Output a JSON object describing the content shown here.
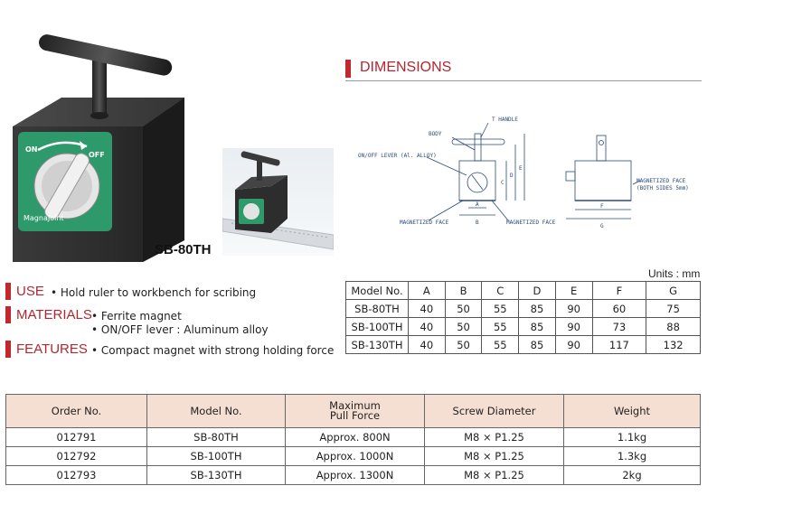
{
  "product": {
    "photo_logo": "MagnaJoint",
    "photo_on": "ON",
    "photo_off": "OFF",
    "model_caption": "SB-80TH"
  },
  "dimensions": {
    "title": "DIMENSIONS",
    "labels": {
      "t_handle": "T HANDLE",
      "body": "BODY",
      "lever": "ON/OFF LEVER (Al. ALLOY)",
      "magnetized_face_left": "MAGNETIZED FACE",
      "magnetized_face_mid": "MAGNETIZED FACE",
      "magnetized_face_right": "MAGNETIZED FACE",
      "both_sides": "(BOTH SIDES 5mm)",
      "a": "A",
      "b": "B",
      "c": "C",
      "d": "D",
      "e": "E",
      "f": "F",
      "g": "G"
    }
  },
  "specs": {
    "use_label": "USE",
    "use_text": "• Hold ruler to workbench for scribing",
    "materials_label": "MATERIALS",
    "materials_1": "• Ferrite magnet",
    "materials_2": "• ON/OFF lever : Aluminum alloy",
    "features_label": "FEATURES",
    "features_text": "• Compact magnet with strong holding force"
  },
  "dim_table": {
    "units": "Units : mm",
    "headers": [
      "Model No.",
      "A",
      "B",
      "C",
      "D",
      "E",
      "F",
      "G"
    ],
    "rows": [
      [
        "SB-80TH",
        "40",
        "50",
        "55",
        "85",
        "90",
        "60",
        "75"
      ],
      [
        "SB-100TH",
        "40",
        "50",
        "55",
        "85",
        "90",
        "73",
        "88"
      ],
      [
        "SB-130TH",
        "40",
        "50",
        "55",
        "85",
        "90",
        "117",
        "132"
      ]
    ]
  },
  "order_table": {
    "headers": {
      "order": "Order No.",
      "model": "Model No.",
      "pull_1": "Maximum",
      "pull_2": "Pull Force",
      "screw": "Screw Diameter",
      "weight": "Weight"
    },
    "rows": [
      {
        "order": "012791",
        "model": "SB-80TH",
        "pull": "Approx. 800N",
        "screw": "M8 × P1.25",
        "weight": "1.1kg"
      },
      {
        "order": "012792",
        "model": "SB-100TH",
        "pull": "Approx. 1000N",
        "screw": "M8 × P1.25",
        "weight": "1.3kg"
      },
      {
        "order": "012793",
        "model": "SB-130TH",
        "pull": "Approx. 1300N",
        "screw": "M8 × P1.25",
        "weight": "2kg"
      }
    ]
  },
  "colors": {
    "accent": "#c2262e",
    "header_fill": "#f5dfd3",
    "lever_green": "#2e9a6c"
  }
}
